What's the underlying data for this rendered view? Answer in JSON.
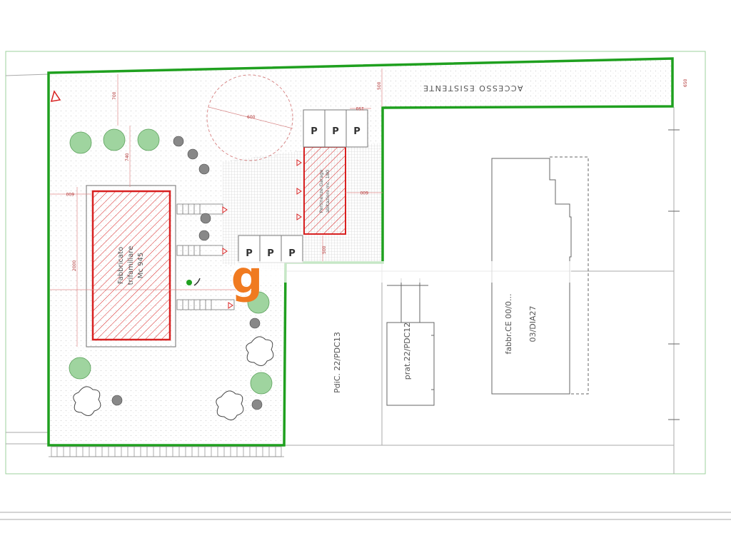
{
  "drawing": {
    "access_label": "ACCESSO ESISTENTE",
    "building_label_line1": "Fabbricato",
    "building_label_line2": "trifamiliare",
    "building_label_line3": "Mc 945",
    "garage_label_line1": "Pertinenze-Garage",
    "garage_label_line2": "abitazioni mc. 180",
    "parking_symbol": "P",
    "lot_label_1": "PdiC. 22/PDC13",
    "lot_label_2": "prat.22/PDC12",
    "lot_label_3_line1": "fabbr.CE 00/0...",
    "lot_label_3_line2": "03/DIA27",
    "watermark": "g"
  },
  "dimensions": {
    "d1": "700",
    "d2": "740",
    "d3": "600",
    "d4": "2000",
    "d5": "600",
    "d6": "500",
    "d7": "150",
    "d8": "500",
    "d9": "650",
    "d10": "600"
  },
  "colors": {
    "boundary": "#1fa01f",
    "building": "#d82020",
    "dimension": "#d05050",
    "linework": "#555555",
    "paving": "#bbbbbb",
    "tree": "#9fd49f",
    "watermark": "#f07a20"
  }
}
